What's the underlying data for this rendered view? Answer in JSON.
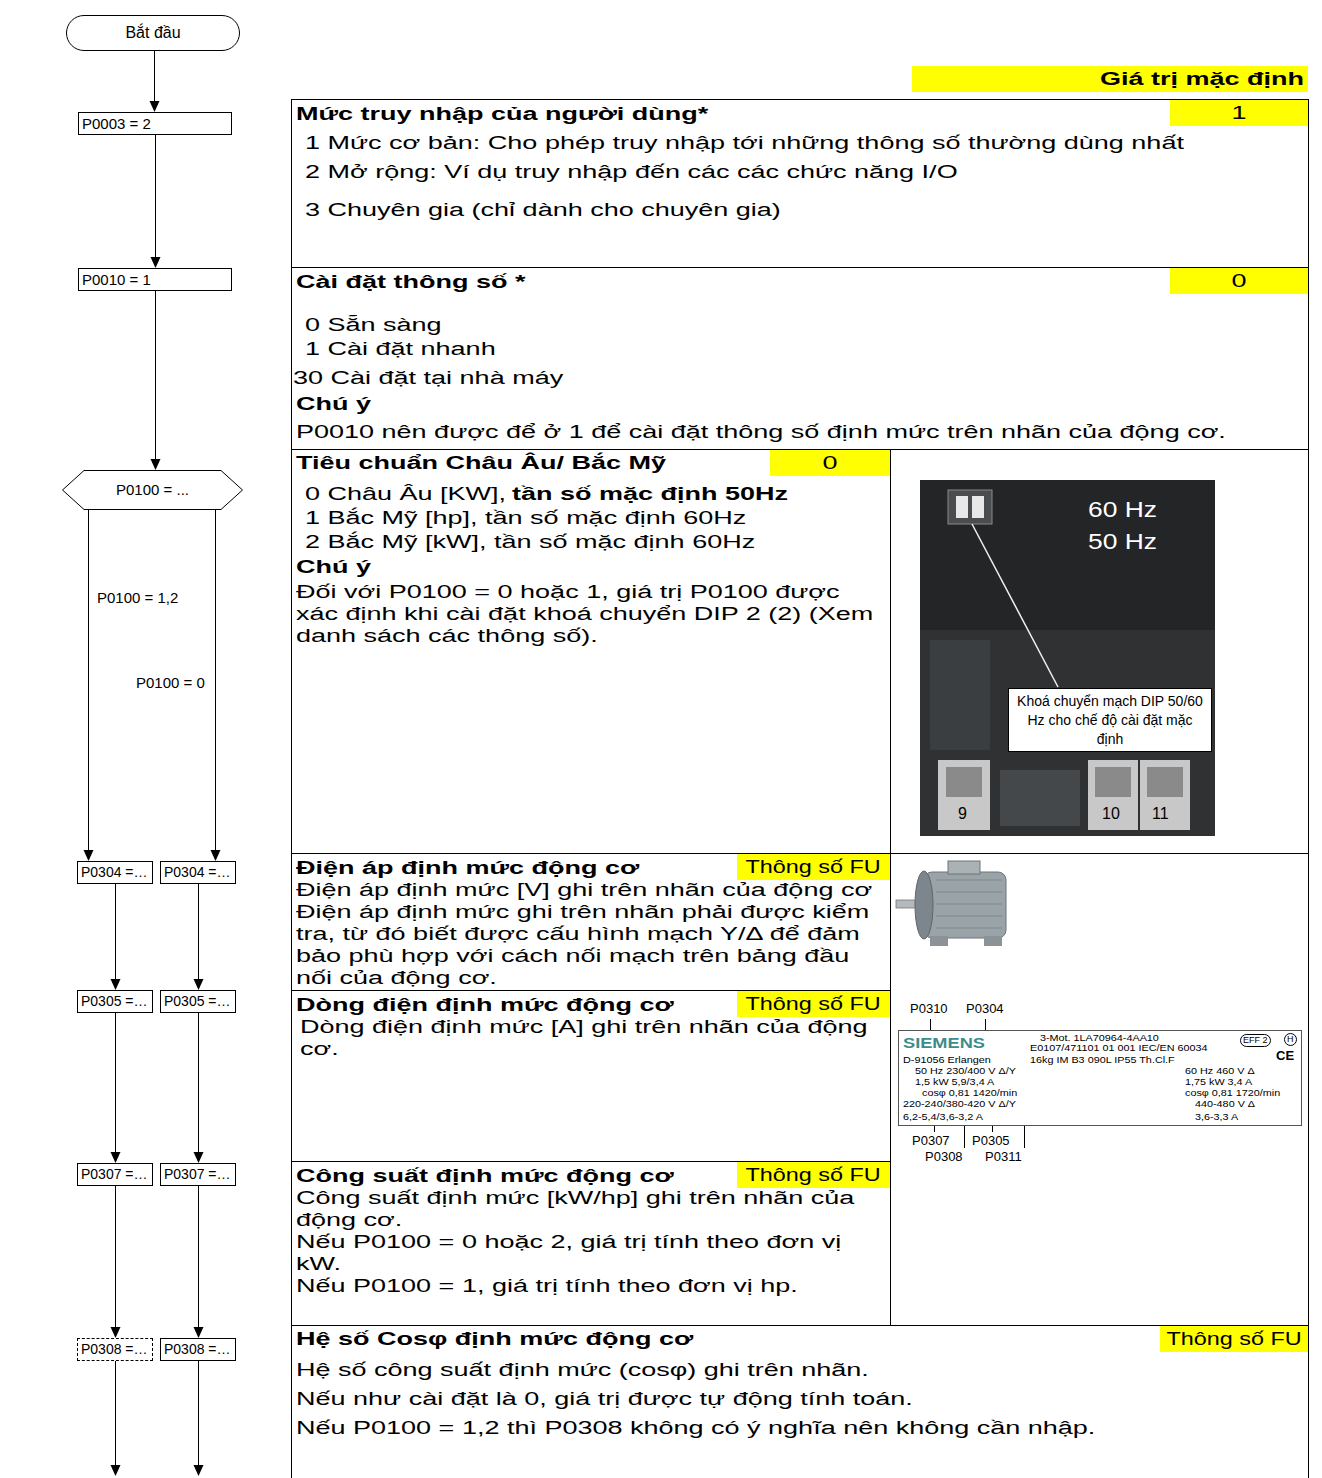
{
  "diagram": {
    "nodes": [
      {
        "text": [
          "Bắt đầu"
        ]
      },
      {
        "text": [
          "P0003 = 2"
        ]
      },
      {
        "text": [
          "P0010 = 1"
        ]
      },
      {
        "text": [
          "P0100 = ..."
        ]
      },
      {
        "text": [
          "P0304 =…"
        ]
      },
      {
        "text": [
          "P0304 =…"
        ]
      },
      {
        "text": [
          "P0305 =…"
        ]
      },
      {
        "text": [
          "P0305 =…"
        ]
      },
      {
        "text": [
          "P0307 =…"
        ]
      },
      {
        "text": [
          "P0307 =…"
        ]
      },
      {
        "text": [
          "P0308 =…"
        ]
      },
      {
        "text": [
          "P0308 =…"
        ]
      },
      {
        "text": [
          "Giá trị mặc định"
        ]
      },
      {
        "text": [
          "Mức truy nhập của người dùng*",
          "1 Mức cơ bản: Cho phép truy nhập tới những thông số thường dùng nhất",
          "2 Mở rộng: Ví dụ truy nhập đến các các chức năng I/O",
          "3 Chuyên gia (chỉ dành cho chuyên gia)"
        ]
      },
      {
        "text": [
          "1"
        ],
        "in": 13
      },
      {
        "text": [
          "Cài đặt thông số *",
          "0 Sẵn sàng",
          "1 Cài đặt nhanh",
          "30 Cài đặt tại nhà máy",
          "Chú ý",
          "P0010 nên được để ở 1 để cài đặt thông số định mức trên nhãn của động cơ."
        ]
      },
      {
        "text": [
          "0"
        ],
        "in": 15
      },
      {
        "text": [
          "Tiêu chuẩn Châu Âu/ Bắc Mỹ",
          "0 Châu Âu [KW],",
          "tần số mặc định 50Hz",
          "1 Bắc Mỹ [hp], tần số mặc định 60Hz",
          "2 Bắc Mỹ [kW], tần số mặc định 60Hz",
          "Chú ý",
          "Đối với P0100 = 0 hoặc 1, giá trị P0100 được xác định khi cài đặt khoá chuyển DIP 2 (2) (Xem danh sách các thông số)."
        ]
      },
      {
        "text": [
          "0"
        ],
        "in": 17
      },
      {
        "text": [
          "Khoá chuyển mạch DIP 50/60 Hz cho chế độ cài đặt mặc định"
        ]
      },
      {
        "text": [
          "Điện áp định mức động cơ",
          "Điện áp định mức [V] ghi trên nhãn của động cơ",
          "Điện áp định mức ghi trên nhãn phải được kiểm tra, từ đó biết được cấu hình mạch Y/Δ để đảm bảo phù hợp với cách nối mạch trên bảng đầu nối của động cơ."
        ]
      },
      {
        "text": [
          "Thông số FU"
        ],
        "in": 20
      },
      {
        "text": [
          "Dòng điện định mức động cơ",
          "Dòng điện định mức [A] ghi trên nhãn của động cơ."
        ]
      },
      {
        "text": [
          "Thông số FU"
        ],
        "in": 22
      },
      {
        "text": [
          "Công suất định mức động cơ",
          "Công suất định mức [kW/hp] ghi trên nhãn của động cơ.",
          "Nếu P0100 = 0 hoặc 2, giá trị tính theo đơn vị kW.",
          "Nếu P0100 = 1, giá trị tính theo đơn vị hp."
        ]
      },
      {
        "text": [
          "Thông số FU"
        ],
        "in": 24
      },
      {
        "text": [
          "SIEMENS",
          "3-Mot. 1LA70964-4AA10",
          "E0107/471101 01 001 IEC/EN 60034",
          "D-91056 Erlangen",
          "16kg IM B3 090L IP55 Th.Cl.F",
          "50 Hz 230/400 V Δ/Y",
          "1,5 kW 5,9/3,4 A",
          "cosφ 0,81 1420/min",
          "220-240/380-420 V Δ/Y",
          "6,2-5,4/3,6-3,2 A",
          "60 Hz 460 V Δ",
          "1,75 kW 3,4 A",
          "cosφ 0,81 1720/min",
          "440-480 V Δ",
          "3,6-3,3 A",
          "EFF 2",
          "H",
          "CE"
        ]
      },
      {
        "text": [
          "Hệ số Cosφ định mức động cơ",
          "Hệ số công suất định mức (cosφ) ghi trên nhãn.",
          "Nếu như cài đặt là 0, giá trị được tự động tính toán.",
          "Nếu P0100 = 1,2 thì P0308 không có ý nghĩa nên không cần nhập."
        ]
      },
      {
        "text": [
          "Thông số FU"
        ],
        "in": 27
      }
    ],
    "edges": [
      {
        "from": 0,
        "to": 1,
        "arrow": "to"
      },
      {
        "from": 1,
        "to": 2,
        "arrow": "to"
      },
      {
        "from": 2,
        "to": 3,
        "arrow": "to"
      },
      {
        "from": 3,
        "to": 4,
        "label": "P0100 = 1,2",
        "arrow": "to"
      },
      {
        "from": 3,
        "to": 5,
        "label": "P0100 = 0",
        "arrow": "to"
      },
      {
        "from": 4,
        "to": 6,
        "arrow": "to"
      },
      {
        "from": 5,
        "to": 7,
        "arrow": "to"
      },
      {
        "from": 6,
        "to": 8,
        "arrow": "to"
      },
      {
        "from": 7,
        "to": 9,
        "arrow": "to"
      },
      {
        "from": 8,
        "to": 10,
        "arrow": "to"
      },
      {
        "from": 9,
        "to": 11,
        "arrow": "to"
      }
    ],
    "labels": [
      "60 Hz",
      "50 Hz",
      "9",
      "10",
      "11",
      "P0310",
      "P0304",
      "P0307",
      "P0305",
      "P0308",
      "P0311"
    ]
  }
}
